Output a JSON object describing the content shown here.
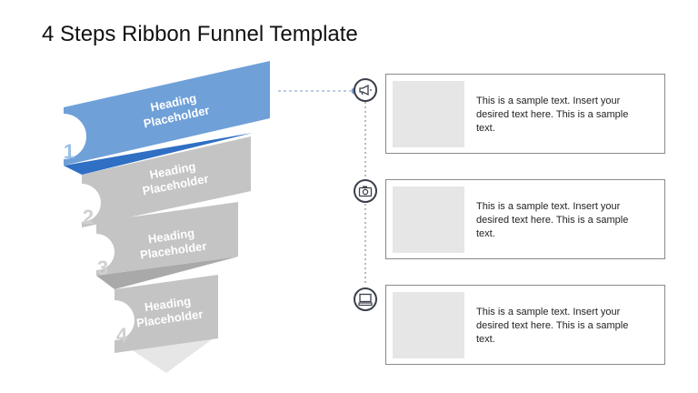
{
  "title": "4 Steps Ribbon Funnel Template",
  "colors": {
    "accent": "#6fa0d8",
    "accent_dark": "#2f6fc4",
    "gray": "#c3c3c3",
    "gray_dark": "#a9a9a9",
    "light": "#e6e6e6"
  },
  "steps": [
    {
      "number": "1",
      "heading_line1": "Heading",
      "heading_line2": "Placeholder"
    },
    {
      "number": "2",
      "heading_line1": "Heading",
      "heading_line2": "Placeholder"
    },
    {
      "number": "3",
      "heading_line1": "Heading",
      "heading_line2": "Placeholder"
    },
    {
      "number": "4",
      "heading_line1": "Heading",
      "heading_line2": "Placeholder"
    }
  ],
  "cards": [
    {
      "icon": "megaphone-icon",
      "text": "This is a sample text. Insert your desired text here. This is a sample text."
    },
    {
      "icon": "camera-icon",
      "text": "This is a sample text. Insert your desired text here. This is a sample text."
    },
    {
      "icon": "computer-icon",
      "text": "This is a sample text. Insert your desired text here. This is a sample text."
    }
  ]
}
